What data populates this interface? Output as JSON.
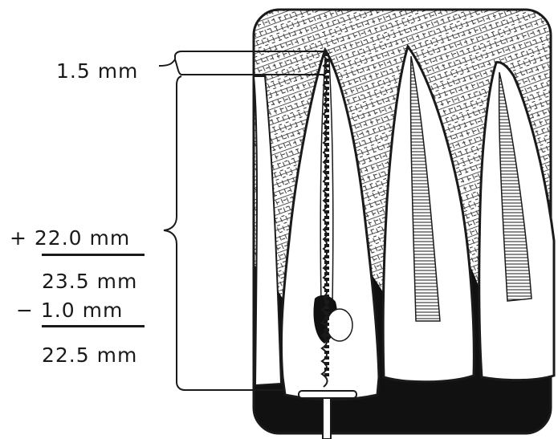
{
  "calculation": {
    "overextension": "1.5 mm",
    "working_length_added": "+ 22.0 mm",
    "subtotal": "23.5 mm",
    "subtracted": "−  1.0 mm",
    "final_length": "22.5 mm"
  },
  "colors": {
    "ink": "#1a1a1a",
    "paper": "#ffffff"
  }
}
